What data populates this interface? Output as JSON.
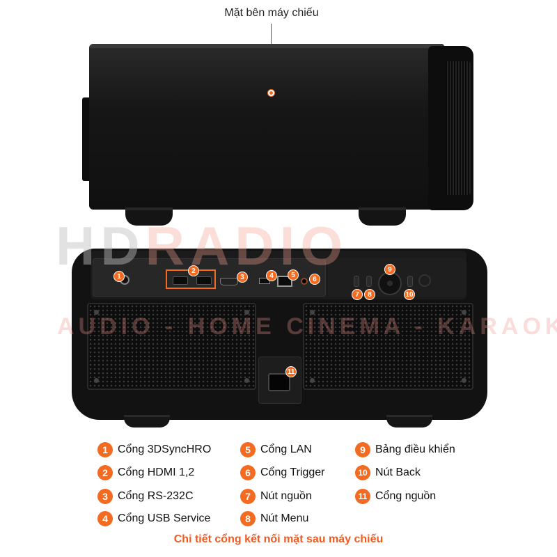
{
  "side_view": {
    "label": "Mặt bên máy chiếu"
  },
  "watermark": {
    "brand_hd": "HD",
    "brand_radio": "RADIO",
    "tagline": "AUDIO - HOME CINEMA - KARAOKE"
  },
  "rear_markers": [
    "1",
    "2",
    "3",
    "4",
    "5",
    "6",
    "7",
    "8",
    "9",
    "10",
    "11"
  ],
  "legend": [
    {
      "num": "1",
      "label": "Cổng 3DSyncHRO"
    },
    {
      "num": "2",
      "label": "Cổng HDMI 1,2"
    },
    {
      "num": "3",
      "label": "Cổng RS-232C"
    },
    {
      "num": "4",
      "label": "Cổng USB Service"
    },
    {
      "num": "5",
      "label": "Cổng LAN"
    },
    {
      "num": "6",
      "label": "Cổng Trigger"
    },
    {
      "num": "7",
      "label": "Nút nguồn"
    },
    {
      "num": "8",
      "label": "Nút Menu"
    },
    {
      "num": "9",
      "label": "Bảng điều khiển"
    },
    {
      "num": "10",
      "label": "Nút Back"
    },
    {
      "num": "11",
      "label": "Cổng nguồn"
    }
  ],
  "caption": "Chi tiết cổng kết nối mặt sau máy chiếu",
  "colors": {
    "accent": "#f36b21",
    "caption": "#f05a22"
  },
  "icons": [
    "pointer-dot-icon",
    "power-socket-icon",
    "dpad-icon"
  ]
}
